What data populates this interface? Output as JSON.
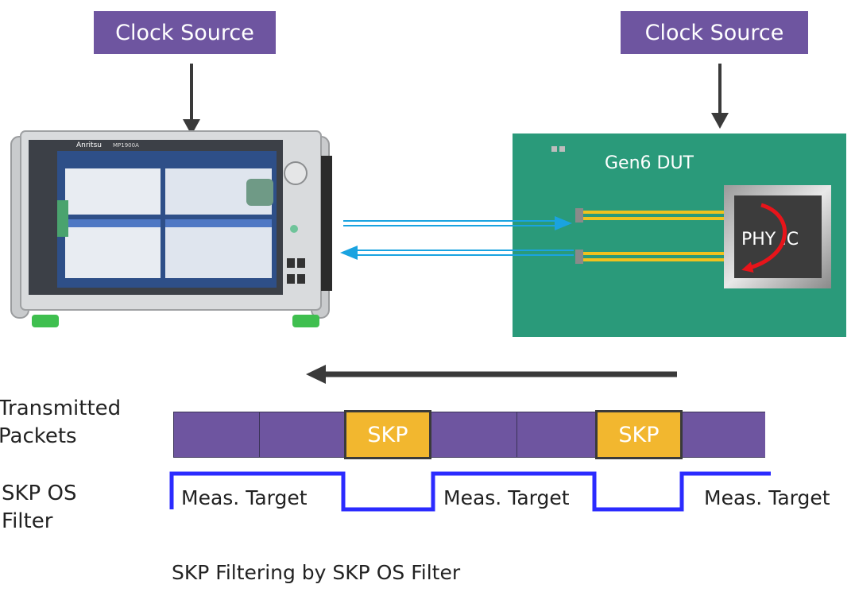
{
  "clock_left": "Clock Source",
  "clock_right": "Clock Source",
  "dut": {
    "title": "Gen6 DUT",
    "chip_label": "PHY IC"
  },
  "instrument": {
    "brand": "Anritsu",
    "model": "MP1900A"
  },
  "rows": {
    "transmitted": "Transmitted Packets",
    "filter": "SKP OS Filter"
  },
  "packets": {
    "skp_1": "SKP",
    "skp_2": "SKP"
  },
  "filter_labels": {
    "target_1": "Meas. Target",
    "target_2": "Meas. Target",
    "target_3": "Meas. Target"
  },
  "caption": "SKP Filtering by SKP OS Filter",
  "colors": {
    "purple": "#6e55a0",
    "green_board": "#2a9a7a",
    "skp_yellow": "#f2b72f",
    "signal_blue": "#1aa3e0",
    "filter_blue": "#2b2bff",
    "rotate_red": "#e8141a"
  }
}
